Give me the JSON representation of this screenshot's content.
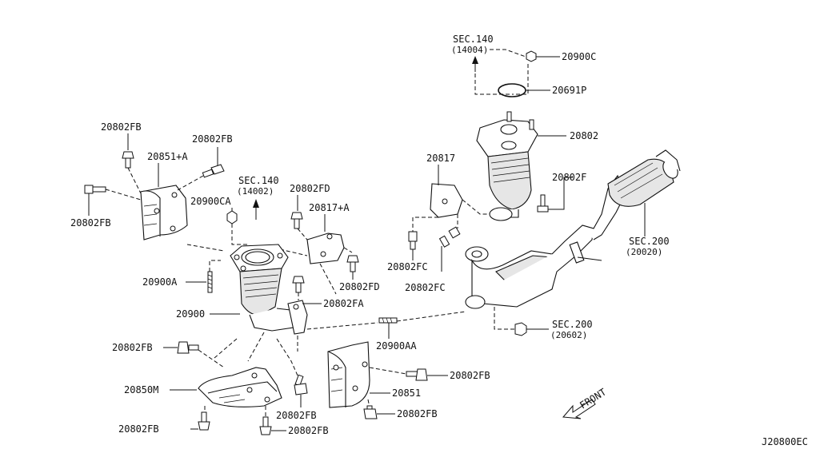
{
  "labels": {
    "sec140_14004_title": "SEC.140",
    "sec140_14004_sub": "(14004)",
    "sec140_14002_title": "SEC.140",
    "sec140_14002_sub": "(14002)",
    "sec200_20020_title": "SEC.200",
    "sec200_20020_sub": "(20020)",
    "sec200_20602_title": "SEC.200",
    "sec200_20602_sub": "(20602)",
    "p20900C": "20900C",
    "p20691P": "20691P",
    "p20802": "20802",
    "p20802F": "20802F",
    "p20817": "20817",
    "p20802FC_a": "20802FC",
    "p20802FC_b": "20802FC",
    "p20802FB_1": "20802FB",
    "p20802FB_2": "20802FB",
    "p20802FB_3": "20802FB",
    "p20802FB_4": "20802FB",
    "p20802FB_5": "20802FB",
    "p20802FB_6": "20802FB",
    "p20802FB_7": "20802FB",
    "p20802FB_8": "20802FB",
    "p20851A": "20851+A",
    "p20900CA": "20900CA",
    "p20802FD_1": "20802FD",
    "p20802FD_2": "20802FD",
    "p20817A": "20817+A",
    "p20900A": "20900A",
    "p20900": "20900",
    "p20802FA": "20802FA",
    "p20900AA": "20900AA",
    "p20850M": "20850M",
    "p20851": "20851",
    "front": "FRONT",
    "diagram_code": "J20800EC"
  }
}
